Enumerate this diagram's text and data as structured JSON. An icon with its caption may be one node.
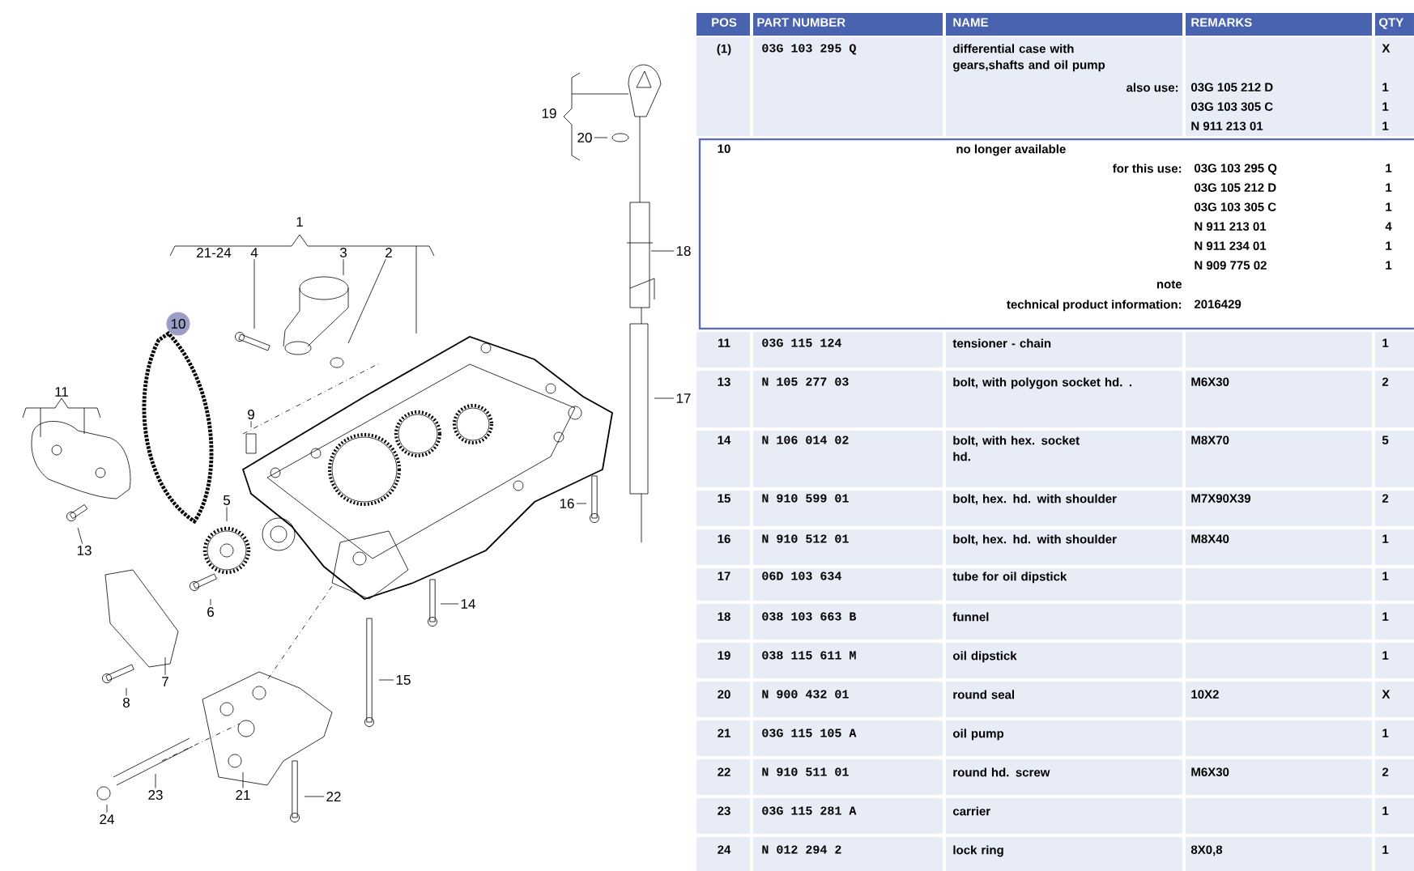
{
  "diagram": {
    "nodes": [
      {
        "text": [
          "1"
        ]
      },
      {
        "text": [
          "21-24"
        ]
      },
      {
        "text": [
          "4"
        ]
      },
      {
        "text": [
          "3"
        ]
      },
      {
        "text": [
          "2"
        ]
      },
      {
        "text": [
          "10"
        ]
      },
      {
        "text": [
          "11"
        ]
      },
      {
        "text": [
          "9"
        ]
      },
      {
        "text": [
          "13"
        ]
      },
      {
        "text": [
          "5"
        ]
      },
      {
        "text": [
          "6"
        ]
      },
      {
        "text": [
          "7"
        ]
      },
      {
        "text": [
          "8"
        ]
      },
      {
        "text": [
          "14"
        ]
      },
      {
        "text": [
          "15"
        ]
      },
      {
        "text": [
          "16"
        ]
      },
      {
        "text": [
          "17"
        ]
      },
      {
        "text": [
          "18"
        ]
      },
      {
        "text": [
          "19"
        ]
      },
      {
        "text": [
          "20"
        ]
      },
      {
        "text": [
          "21"
        ]
      },
      {
        "text": [
          "22"
        ]
      },
      {
        "text": [
          "23"
        ]
      },
      {
        "text": [
          "24"
        ]
      }
    ],
    "edges": [
      {
        "from": 2,
        "to": null,
        "arrow": "none"
      },
      {
        "from": 3,
        "to": null,
        "arrow": "none"
      },
      {
        "from": 4,
        "to": null,
        "arrow": "none"
      },
      {
        "from": 7,
        "to": null,
        "arrow": "none"
      },
      {
        "from": 8,
        "to": null,
        "arrow": "none"
      },
      {
        "from": 9,
        "to": null,
        "arrow": "none"
      },
      {
        "from": 10,
        "to": null,
        "arrow": "none"
      },
      {
        "from": 11,
        "to": null,
        "arrow": "none"
      },
      {
        "from": 12,
        "to": null,
        "arrow": "none"
      },
      {
        "from": 13,
        "to": null,
        "arrow": "none"
      },
      {
        "from": 14,
        "to": null,
        "arrow": "none"
      },
      {
        "from": 15,
        "to": null,
        "arrow": "none"
      },
      {
        "from": 16,
        "to": null,
        "arrow": "none"
      },
      {
        "from": 17,
        "to": null,
        "arrow": "none"
      },
      {
        "from": 19,
        "to": null,
        "arrow": "none"
      },
      {
        "from": 20,
        "to": null,
        "arrow": "none"
      },
      {
        "from": 21,
        "to": null,
        "arrow": "none"
      },
      {
        "from": 22,
        "to": null,
        "arrow": "none"
      },
      {
        "from": 23,
        "to": null,
        "arrow": "none"
      }
    ],
    "labels": [
      "POS",
      "PART NUMBER",
      "NAME",
      "REMARKS",
      "QTY",
      "(1)",
      "03G 103 295 Q",
      "differential case with gears,shafts and oil pump",
      "X",
      "also use:",
      "03G 105 212 D",
      "1",
      "03G 103 305 C",
      "1",
      "N 911 213 01",
      "1",
      "10",
      "no longer available",
      "for this use:",
      "03G 103 295 Q",
      "1",
      "03G 105 212 D",
      "1",
      "03G 103 305 C",
      "1",
      "N 911 213 01",
      "4",
      "N 911 234 01",
      "1",
      "N 909 775 02",
      "1",
      "note",
      "technical product information:",
      "2016429",
      "11",
      "03G 115 124",
      "tensioner - chain",
      "1",
      "13",
      "N 105 277 03",
      "bolt, with polygon socket hd. .",
      "M6X30",
      "2",
      "14",
      "N 106 014 02",
      "bolt, with hex. socket hd.",
      "M8X70",
      "5",
      "15",
      "N 910 599 01",
      "bolt, hex. hd. with shoulder",
      "M7X90X39",
      "2",
      "16",
      "N 910 512 01",
      "bolt, hex. hd. with shoulder",
      "M8X40",
      "1",
      "17",
      "06D 103 634",
      "tube for oil dipstick",
      "1",
      "18",
      "038 103 663 B",
      "funnel",
      "1",
      "19",
      "038 115 611 M",
      "oil dipstick",
      "1",
      "20",
      "N 900 432 01",
      "round seal",
      "10X2",
      "X",
      "21",
      "03G 115 105 A",
      "oil pump",
      "1",
      "22",
      "N 910 511 01",
      "round hd. screw",
      "M6X30",
      "2",
      "23",
      "03G 115 281 A",
      "carrier",
      "1",
      "24",
      "N 012 294 2",
      "lock ring",
      "8X0,8",
      "1"
    ]
  }
}
